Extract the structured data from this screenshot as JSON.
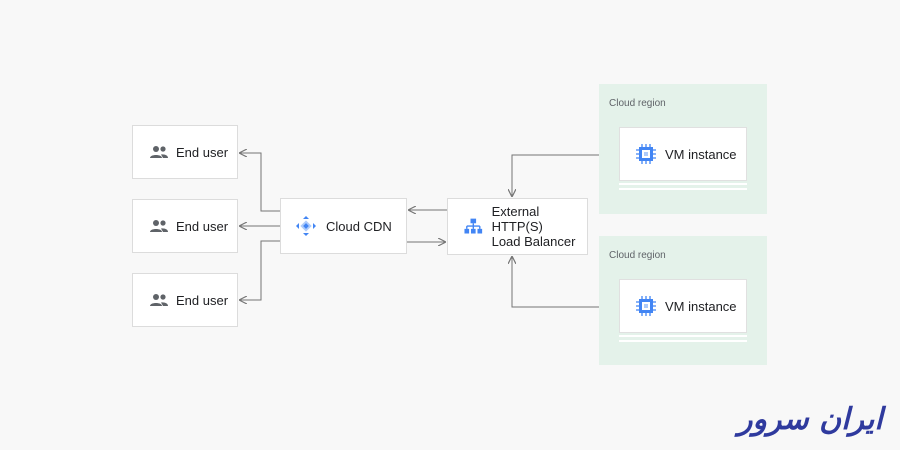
{
  "end_users": [
    {
      "label": "End user"
    },
    {
      "label": "End user"
    },
    {
      "label": "End user"
    }
  ],
  "cdn": {
    "label": "Cloud CDN",
    "icon": "cloud-cdn-icon"
  },
  "load_balancer": {
    "line1": "External HTTP(S)",
    "line2": "Load Balancer",
    "icon": "load-balancer-icon"
  },
  "regions": [
    {
      "title": "Cloud region",
      "vm_label": "VM instance"
    },
    {
      "title": "Cloud region",
      "vm_label": "VM instance"
    }
  ],
  "watermark": "ایران سرور",
  "colors": {
    "region_bg": "#e4f2ea",
    "icon_blue": "#4285f4",
    "arrow": "#757575",
    "logo": "#2f3a9e"
  }
}
